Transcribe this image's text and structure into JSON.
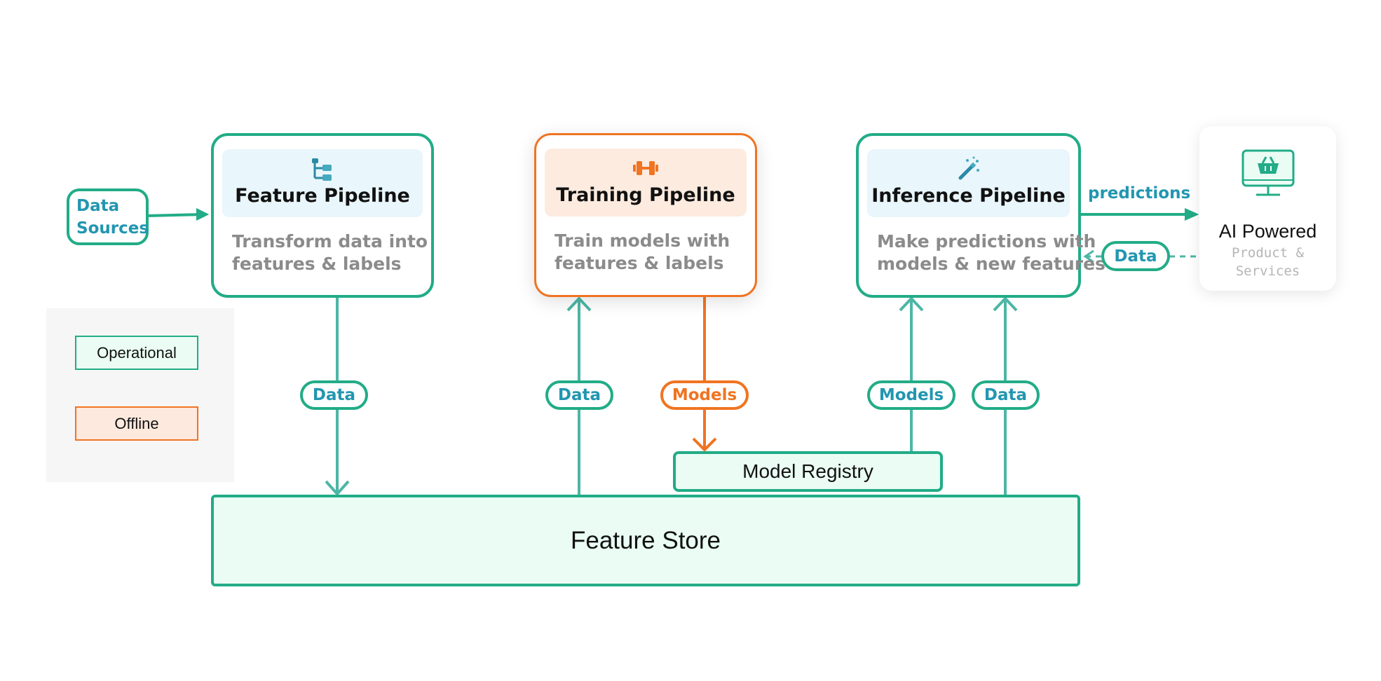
{
  "source": {
    "line1": "Data",
    "line2": "Sources"
  },
  "pipelines": {
    "feature": {
      "title": "Feature Pipeline",
      "desc1": "Transform data into",
      "desc2": "features & labels",
      "icon": "tree-structure-icon"
    },
    "training": {
      "title": "Training Pipeline",
      "desc1": "Train models with",
      "desc2": "features & labels",
      "icon": "dumbbell-icon"
    },
    "inference": {
      "title": "Inference Pipeline",
      "desc1": "Make predictions with",
      "desc2": "models & new features",
      "icon": "magic-wand-icon"
    }
  },
  "edges": {
    "feature_to_store": "Data",
    "store_to_training": "Data",
    "training_to_registry": "Models",
    "registry_to_inference": "Models",
    "store_to_inference": "Data",
    "inference_to_app": "predictions",
    "app_to_inference": "Data"
  },
  "model_registry": "Model Registry",
  "feature_store": "Feature Store",
  "app": {
    "title": "AI Powered",
    "sub1": "Product &",
    "sub2": "Services",
    "icon": "shopping-basket-monitor-icon"
  },
  "legend": {
    "operational": "Operational",
    "offline": "Offline"
  },
  "colors": {
    "operational": "#22ac87",
    "operational_arrow": "#4db6a6",
    "offline": "#f07422",
    "label_text": "#2296b0"
  }
}
